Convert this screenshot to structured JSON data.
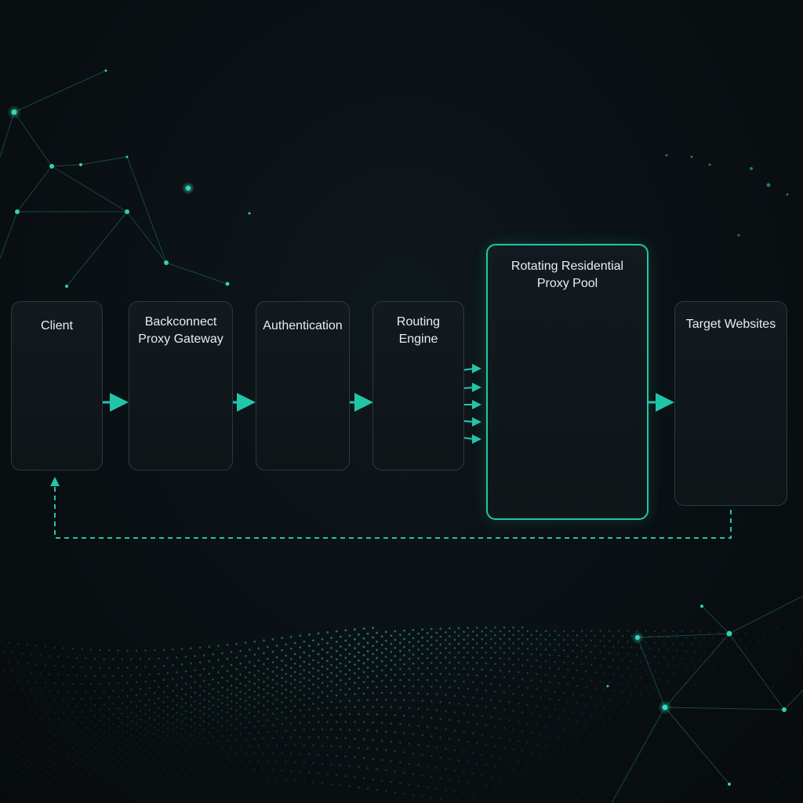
{
  "diagram": {
    "nodes": [
      {
        "id": "client",
        "label": "Client",
        "icon": "laptop-user-icon"
      },
      {
        "id": "gateway",
        "label": "Backconnect\nProxy Gateway",
        "icon": "server-shield-icon"
      },
      {
        "id": "auth",
        "label": "Authentication",
        "icon": "user-check-icon"
      },
      {
        "id": "routing",
        "label": "Routing\nEngine",
        "icon": "routing-hub-icon"
      },
      {
        "id": "pool",
        "label": "Rotating Residential\nProxy Pool",
        "icon": "house-ring-icon"
      },
      {
        "id": "targets",
        "label": "Target Websites",
        "icon": "globe-list-icon"
      }
    ],
    "edges": [
      {
        "from": "client",
        "to": "gateway",
        "style": "solid"
      },
      {
        "from": "gateway",
        "to": "auth",
        "style": "solid"
      },
      {
        "from": "auth",
        "to": "routing",
        "style": "solid"
      },
      {
        "from": "routing",
        "to": "pool",
        "style": "solid"
      },
      {
        "from": "pool",
        "to": "targets",
        "style": "solid"
      },
      {
        "from": "targets",
        "to": "client",
        "style": "dashed"
      }
    ]
  },
  "colors": {
    "accent": "#23c5a8",
    "accent_dim": "#1a8f7c",
    "box_border": "#2b3a40",
    "background": "#0a1013",
    "text": "#e9eef0"
  }
}
